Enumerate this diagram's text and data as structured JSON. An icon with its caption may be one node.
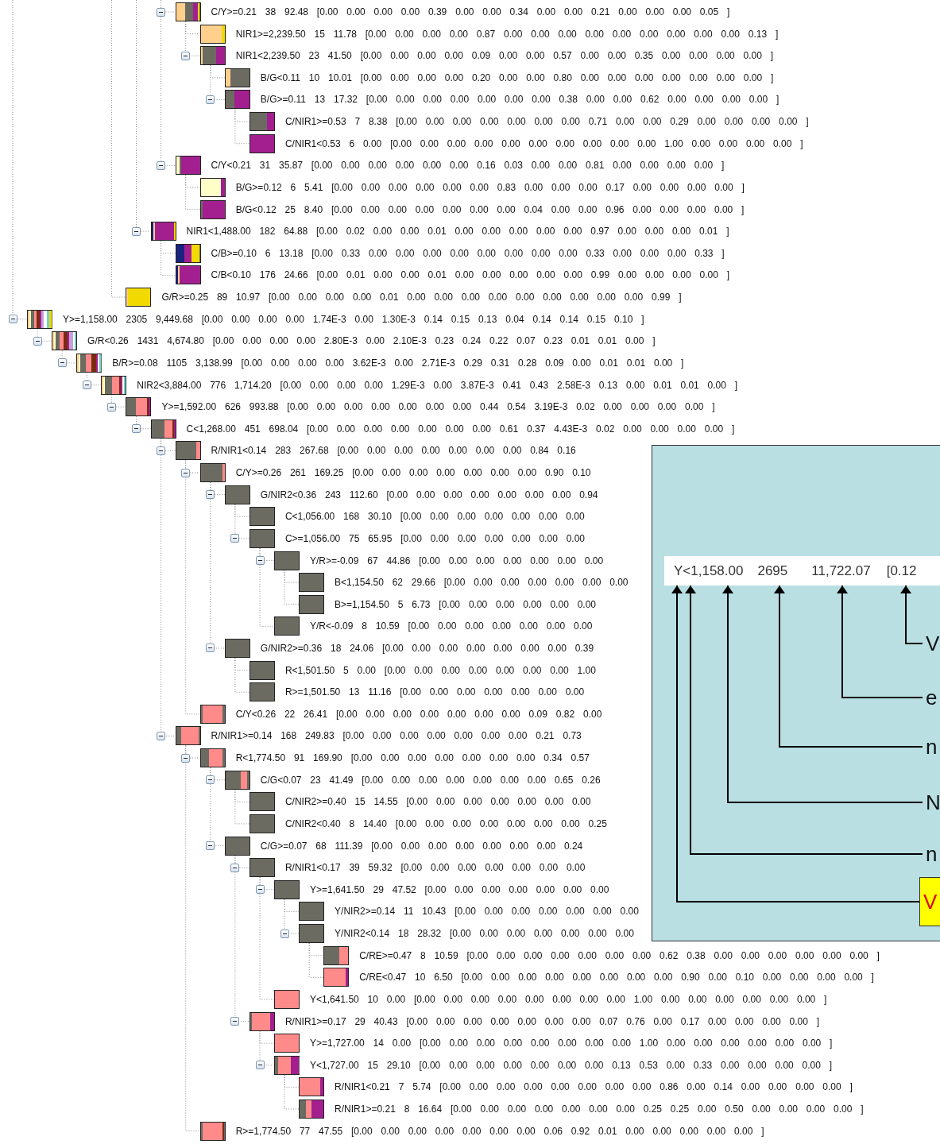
{
  "diagram": {
    "nodes": [
      {
        "text": [
          "C/Y>=0.21 38 92.48 [0.00 0.00 0.00 0.00 0.39 0.00 0.00 0.34 0.00 0.00 0.21 0.00 0.00 0.00 0.05 ]"
        ]
      },
      {
        "text": [
          "NIR1>=2,239.50 15 11.78 [0.00 0.00 0.00 0.00 0.87 0.00 0.00 0.00 0.00 0.00 0.00 0.00 0.00 0.00 0.13 ]"
        ]
      },
      {
        "text": [
          "NIR1<2,239.50 23 41.50 [0.00 0.00 0.00 0.00 0.09 0.00 0.00 0.57 0.00 0.00 0.35 0.00 0.00 0.00 0.00 ]"
        ]
      },
      {
        "text": [
          "B/G<0.11 10 10.01 [0.00 0.00 0.00 0.00 0.20 0.00 0.00 0.80 0.00 0.00 0.00 0.00 0.00 0.00 0.00 ]"
        ]
      },
      {
        "text": [
          "B/G>=0.11 13 17.32 [0.00 0.00 0.00 0.00 0.00 0.00 0.00 0.38 0.00 0.00 0.62 0.00 0.00 0.00 0.00 ]"
        ]
      },
      {
        "text": [
          "C/NIR1>=0.53 7 8.38 [0.00 0.00 0.00 0.00 0.00 0.00 0.00 0.71 0.00 0.00 0.29 0.00 0.00 0.00 0.00 ]"
        ]
      },
      {
        "text": [
          "C/NIR1<0.53 6 0.00 [0.00 0.00 0.00 0.00 0.00 0.00 0.00 0.00 0.00 0.00 1.00 0.00 0.00 0.00 0.00 ]"
        ]
      },
      {
        "text": [
          "C/Y<0.21 31 35.87 [0.00 0.00 0.00 0.00 0.00 0.00 0.16 0.03 0.00 0.00 0.81 0.00 0.00 0.00 0.00 ]"
        ]
      },
      {
        "text": [
          "B/G>=0.12 6 5.41 [0.00 0.00 0.00 0.00 0.00 0.00 0.83 0.00 0.00 0.00 0.17 0.00 0.00 0.00 0.00 ]"
        ]
      },
      {
        "text": [
          "B/G<0.12 25 8.40 [0.00 0.00 0.00 0.00 0.00 0.00 0.00 0.04 0.00 0.00 0.96 0.00 0.00 0.00 0.00 ]"
        ]
      },
      {
        "text": [
          "NIR1<1,488.00 182 64.88 [0.00 0.02 0.00 0.00 0.01 0.00 0.00 0.00 0.00 0.00 0.97 0.00 0.00 0.00 0.01 ]"
        ]
      },
      {
        "text": [
          "C/B>=0.10 6 13.18 [0.00 0.33 0.00 0.00 0.00 0.00 0.00 0.00 0.00 0.00 0.33 0.00 0.00 0.00 0.33 ]"
        ]
      },
      {
        "text": [
          "C/B<0.10 176 24.66 [0.00 0.01 0.00 0.00 0.01 0.00 0.00 0.00 0.00 0.00 0.99 0.00 0.00 0.00 0.00 ]"
        ]
      },
      {
        "text": [
          "G/R>=0.25 89 10.97 [0.00 0.00 0.00 0.00 0.01 0.00 0.00 0.00 0.00 0.00 0.00 0.00 0.00 0.00 0.99 ]"
        ]
      },
      {
        "text": [
          "Y>=1,158.00 2305 9,449.68 [0.00 0.00 0.00 0.00 1.74E-3 0.00 1.30E-3 0.14 0.15 0.13 0.04 0.14 0.14 0.15 0.10 ]"
        ]
      },
      {
        "text": [
          "G/R<0.26 1431 4,674.80 [0.00 0.00 0.00 0.00 2.80E-3 0.00 2.10E-3 0.23 0.24 0.22 0.07 0.23 0.01 0.01 0.00 ]"
        ]
      },
      {
        "text": [
          "B/R>=0.08 1105 3,138.99 [0.00 0.00 0.00 0.00 3.62E-3 0.00 2.71E-3 0.29 0.31 0.28 0.09 0.00 0.01 0.01 0.00 ]"
        ]
      },
      {
        "text": [
          "NIR2<3,884.00 776 1,714.20 [0.00 0.00 0.00 0.00 1.29E-3 0.00 3.87E-3 0.41 0.43 2.58E-3 0.13 0.00 0.01 0.01 0.00 ]"
        ]
      },
      {
        "text": [
          "Y>=1,592.00 626 993.88 [0.00 0.00 0.00 0.00 0.00 0.00 0.00 0.44 0.54 3.19E-3 0.02 0.00 0.00 0.00 0.00 ]"
        ]
      },
      {
        "text": [
          "C<1,268.00 451 698.04 [0.00 0.00 0.00 0.00 0.00 0.00 0.00 0.61 0.37 4.43E-3 0.02 0.00 0.00 0.00 0.00 ]"
        ]
      },
      {
        "text": [
          "R/NIR1<0.14 283 267.68 [0.00 0.00 0.00 0.00 0.00 0.00 0.00 0.84 0.16"
        ]
      },
      {
        "text": [
          "C/Y>=0.26 261 169.25 [0.00 0.00 0.00 0.00 0.00 0.00 0.00 0.90 0.10"
        ]
      },
      {
        "text": [
          "G/NIR2<0.36 243 112.60 [0.00 0.00 0.00 0.00 0.00 0.00 0.00 0.94"
        ]
      },
      {
        "text": [
          "C<1,056.00 168 30.10 [0.00 0.00 0.00 0.00 0.00 0.00 0.00"
        ]
      },
      {
        "text": [
          "C>=1,056.00 75 65.95 [0.00 0.00 0.00 0.00 0.00 0.00 0.00"
        ]
      },
      {
        "text": [
          "Y/R>=-0.09 67 44.86 [0.00 0.00 0.00 0.00 0.00 0.00 0.00"
        ]
      },
      {
        "text": [
          "B<1,154.50 62 29.66 [0.00 0.00 0.00 0.00 0.00 0.00 0.00"
        ]
      },
      {
        "text": [
          "B>=1,154.50 5 6.73 [0.00 0.00 0.00 0.00 0.00 0.00"
        ]
      },
      {
        "text": [
          "Y/R<-0.09 8 10.59 [0.00 0.00 0.00 0.00 0.00 0.00 0.00"
        ]
      },
      {
        "text": [
          "G/NIR2>=0.36 18 24.06 [0.00 0.00 0.00 0.00 0.00 0.00 0.00 0.39"
        ]
      },
      {
        "text": [
          "R<1,501.50 5 0.00 [0.00 0.00 0.00 0.00 0.00 0.00 0.00 1.00"
        ]
      },
      {
        "text": [
          "R>=1,501.50 13 11.16 [0.00 0.00 0.00 0.00 0.00 0.00 0.00"
        ]
      },
      {
        "text": [
          "C/Y<0.26 22 26.41 [0.00 0.00 0.00 0.00 0.00 0.00 0.00 0.09 0.82 0.00"
        ]
      },
      {
        "text": [
          "R/NIR1>=0.14 168 249.83 [0.00 0.00 0.00 0.00 0.00 0.00 0.00 0.21 0.73"
        ]
      },
      {
        "text": [
          "R<1,774.50 91 169.90 [0.00 0.00 0.00 0.00 0.00 0.00 0.00 0.34 0.57"
        ]
      },
      {
        "text": [
          "C/G<0.07 23 41.49 [0.00 0.00 0.00 0.00 0.00 0.00 0.00 0.65 0.26"
        ]
      },
      {
        "text": [
          "C/NIR2>=0.40 15 14.55 [0.00 0.00 0.00 0.00 0.00 0.00 0.00"
        ]
      },
      {
        "text": [
          "C/NIR2<0.40 8 14.40 [0.00 0.00 0.00 0.00 0.00 0.00 0.00 0.25"
        ]
      },
      {
        "text": [
          "C/G>=0.07 68 111.39 [0.00 0.00 0.00 0.00 0.00 0.00 0.00 0.24"
        ]
      },
      {
        "text": [
          "R/NIR1<0.17 39 59.32 [0.00 0.00 0.00 0.00 0.00 0.00 0.00"
        ]
      },
      {
        "text": [
          "Y>=1,641.50 29 47.52 [0.00 0.00 0.00 0.00 0.00 0.00 0.00"
        ]
      },
      {
        "text": [
          "Y/NIR2>=0.14 11 10.43 [0.00 0.00 0.00 0.00 0.00 0.00 0.00"
        ]
      },
      {
        "text": [
          "Y/NIR2<0.14 18 28.32 [0.00 0.00 0.00 0.00 0.00 0.00 0.00"
        ]
      },
      {
        "text": [
          "C/RE>=0.47 8 10.59 [0.00 0.00 0.00 0.00 0.00 0.00 0.00 0.62 0.38 0.00 0.00 0.00 0.00 0.00 0.00 ]"
        ]
      },
      {
        "text": [
          "C/RE<0.47 10 6.50 [0.00 0.00 0.00 0.00 0.00 0.00 0.00 0.00 0.90 0.00 0.10 0.00 0.00 0.00 0.00 ]"
        ]
      },
      {
        "text": [
          "Y<1,641.50 10 0.00 [0.00 0.00 0.00 0.00 0.00 0.00 0.00 0.00 1.00 0.00 0.00 0.00 0.00 0.00 0.00 ]"
        ]
      },
      {
        "text": [
          "R/NIR1>=0.17 29 40.43 [0.00 0.00 0.00 0.00 0.00 0.00 0.00 0.07 0.76 0.00 0.17 0.00 0.00 0.00 0.00 ]"
        ]
      },
      {
        "text": [
          "Y>=1,727.00 14 0.00 [0.00 0.00 0.00 0.00 0.00 0.00 0.00 0.00 1.00 0.00 0.00 0.00 0.00 0.00 0.00 ]"
        ]
      },
      {
        "text": [
          "Y<1,727.00 15 29.10 [0.00 0.00 0.00 0.00 0.00 0.00 0.00 0.13 0.53 0.00 0.33 0.00 0.00 0.00 0.00 ]"
        ]
      },
      {
        "text": [
          "R/NIR1<0.21 7 5.74 [0.00 0.00 0.00 0.00 0.00 0.00 0.00 0.00 0.86 0.00 0.14 0.00 0.00 0.00 0.00 ]"
        ]
      },
      {
        "text": [
          "R/NIR1>=0.21 8 16.64 [0.00 0.00 0.00 0.00 0.00 0.00 0.00 0.25 0.25 0.00 0.50 0.00 0.00 0.00 0.00 ]"
        ]
      },
      {
        "text": [
          "R>=1,774.50 77 47.55 [0.00 0.00 0.00 0.00 0.00 0.00 0.00 0.06 0.92 0.01 0.00 0.00 0.00 0.00 0.00 ]"
        ]
      },
      {
        "text": [
          "Y<1,158.00",
          "2695",
          "11,722.07",
          "[0.12"
        ]
      },
      {
        "text": [
          "V"
        ]
      },
      {
        "text": [
          "e"
        ]
      },
      {
        "text": [
          "n"
        ]
      },
      {
        "text": [
          "N"
        ]
      },
      {
        "text": [
          "n"
        ]
      },
      {
        "text": [
          "V"
        ]
      }
    ],
    "edges": [
      {
        "from": null,
        "to": 0,
        "arrow": "none",
        "style": "dashed"
      },
      {
        "from": 0,
        "to": 1,
        "arrow": "none",
        "style": "dashed"
      },
      {
        "from": 0,
        "to": 2,
        "arrow": "none",
        "style": "dashed"
      },
      {
        "from": 2,
        "to": 3,
        "arrow": "none",
        "style": "dashed"
      },
      {
        "from": 2,
        "to": 4,
        "arrow": "none",
        "style": "dashed"
      },
      {
        "from": 4,
        "to": 5,
        "arrow": "none",
        "style": "dashed"
      },
      {
        "from": 4,
        "to": 6,
        "arrow": "none",
        "style": "dashed"
      },
      {
        "from": null,
        "to": 7,
        "arrow": "none",
        "style": "dashed"
      },
      {
        "from": 7,
        "to": 8,
        "arrow": "none",
        "style": "dashed"
      },
      {
        "from": 7,
        "to": 9,
        "arrow": "none",
        "style": "dashed"
      },
      {
        "from": null,
        "to": 10,
        "arrow": "none",
        "style": "dashed"
      },
      {
        "from": 10,
        "to": 11,
        "arrow": "none",
        "style": "dashed"
      },
      {
        "from": 10,
        "to": 12,
        "arrow": "none",
        "style": "dashed"
      },
      {
        "from": null,
        "to": 13,
        "arrow": "none",
        "style": "dashed"
      },
      {
        "from": null,
        "to": 14,
        "arrow": "none",
        "style": "dashed"
      },
      {
        "from": 14,
        "to": 15,
        "arrow": "none",
        "style": "dashed"
      },
      {
        "from": 15,
        "to": 16,
        "arrow": "none",
        "style": "dashed"
      },
      {
        "from": 16,
        "to": 17,
        "arrow": "none",
        "style": "dashed"
      },
      {
        "from": 17,
        "to": 18,
        "arrow": "none",
        "style": "dashed"
      },
      {
        "from": 18,
        "to": 19,
        "arrow": "none",
        "style": "dashed"
      },
      {
        "from": 19,
        "to": 20,
        "arrow": "none",
        "style": "dashed"
      },
      {
        "from": 20,
        "to": 21,
        "arrow": "none",
        "style": "dashed"
      },
      {
        "from": 21,
        "to": 22,
        "arrow": "none",
        "style": "dashed"
      },
      {
        "from": 22,
        "to": 23,
        "arrow": "none",
        "style": "dashed"
      },
      {
        "from": 22,
        "to": 24,
        "arrow": "none",
        "style": "dashed"
      },
      {
        "from": 24,
        "to": 25,
        "arrow": "none",
        "style": "dashed"
      },
      {
        "from": 25,
        "to": 26,
        "arrow": "none",
        "style": "dashed"
      },
      {
        "from": 25,
        "to": 27,
        "arrow": "none",
        "style": "dashed"
      },
      {
        "from": 24,
        "to": 28,
        "arrow": "none",
        "style": "dashed"
      },
      {
        "from": 21,
        "to": 29,
        "arrow": "none",
        "style": "dashed"
      },
      {
        "from": 29,
        "to": 30,
        "arrow": "none",
        "style": "dashed"
      },
      {
        "from": 29,
        "to": 31,
        "arrow": "none",
        "style": "dashed"
      },
      {
        "from": 20,
        "to": 32,
        "arrow": "none",
        "style": "dashed"
      },
      {
        "from": 19,
        "to": 33,
        "arrow": "none",
        "style": "dashed"
      },
      {
        "from": 33,
        "to": 34,
        "arrow": "none",
        "style": "dashed"
      },
      {
        "from": 34,
        "to": 35,
        "arrow": "none",
        "style": "dashed"
      },
      {
        "from": 35,
        "to": 36,
        "arrow": "none",
        "style": "dashed"
      },
      {
        "from": 35,
        "to": 37,
        "arrow": "none",
        "style": "dashed"
      },
      {
        "from": 34,
        "to": 38,
        "arrow": "none",
        "style": "dashed"
      },
      {
        "from": 38,
        "to": 39,
        "arrow": "none",
        "style": "dashed"
      },
      {
        "from": 39,
        "to": 40,
        "arrow": "none",
        "style": "dashed"
      },
      {
        "from": 40,
        "to": 41,
        "arrow": "none",
        "style": "dashed"
      },
      {
        "from": 40,
        "to": 42,
        "arrow": "none",
        "style": "dashed"
      },
      {
        "from": 42,
        "to": 43,
        "arrow": "none",
        "style": "dashed"
      },
      {
        "from": 42,
        "to": 44,
        "arrow": "none",
        "style": "dashed"
      },
      {
        "from": 39,
        "to": 45,
        "arrow": "none",
        "style": "dashed"
      },
      {
        "from": 38,
        "to": 46,
        "arrow": "none",
        "style": "dashed"
      },
      {
        "from": 46,
        "to": 47,
        "arrow": "none",
        "style": "dashed"
      },
      {
        "from": 46,
        "to": 48,
        "arrow": "none",
        "style": "dashed"
      },
      {
        "from": 48,
        "to": 49,
        "arrow": "none",
        "style": "dashed"
      },
      {
        "from": 48,
        "to": 50,
        "arrow": "none",
        "style": "dashed"
      },
      {
        "from": 33,
        "to": 51,
        "arrow": "none",
        "style": "dashed"
      },
      {
        "from": 53,
        "to": 52,
        "arrow": "to",
        "color": "#000000"
      },
      {
        "from": 54,
        "to": 52,
        "arrow": "to",
        "color": "#000000"
      },
      {
        "from": 55,
        "to": 52,
        "arrow": "to",
        "color": "#000000"
      },
      {
        "from": 56,
        "to": 52,
        "arrow": "to",
        "color": "#000000"
      },
      {
        "from": 57,
        "to": 52,
        "arrow": "to",
        "color": "#000000"
      },
      {
        "from": 58,
        "to": 52,
        "arrow": "to",
        "color": "#000000"
      }
    ]
  }
}
